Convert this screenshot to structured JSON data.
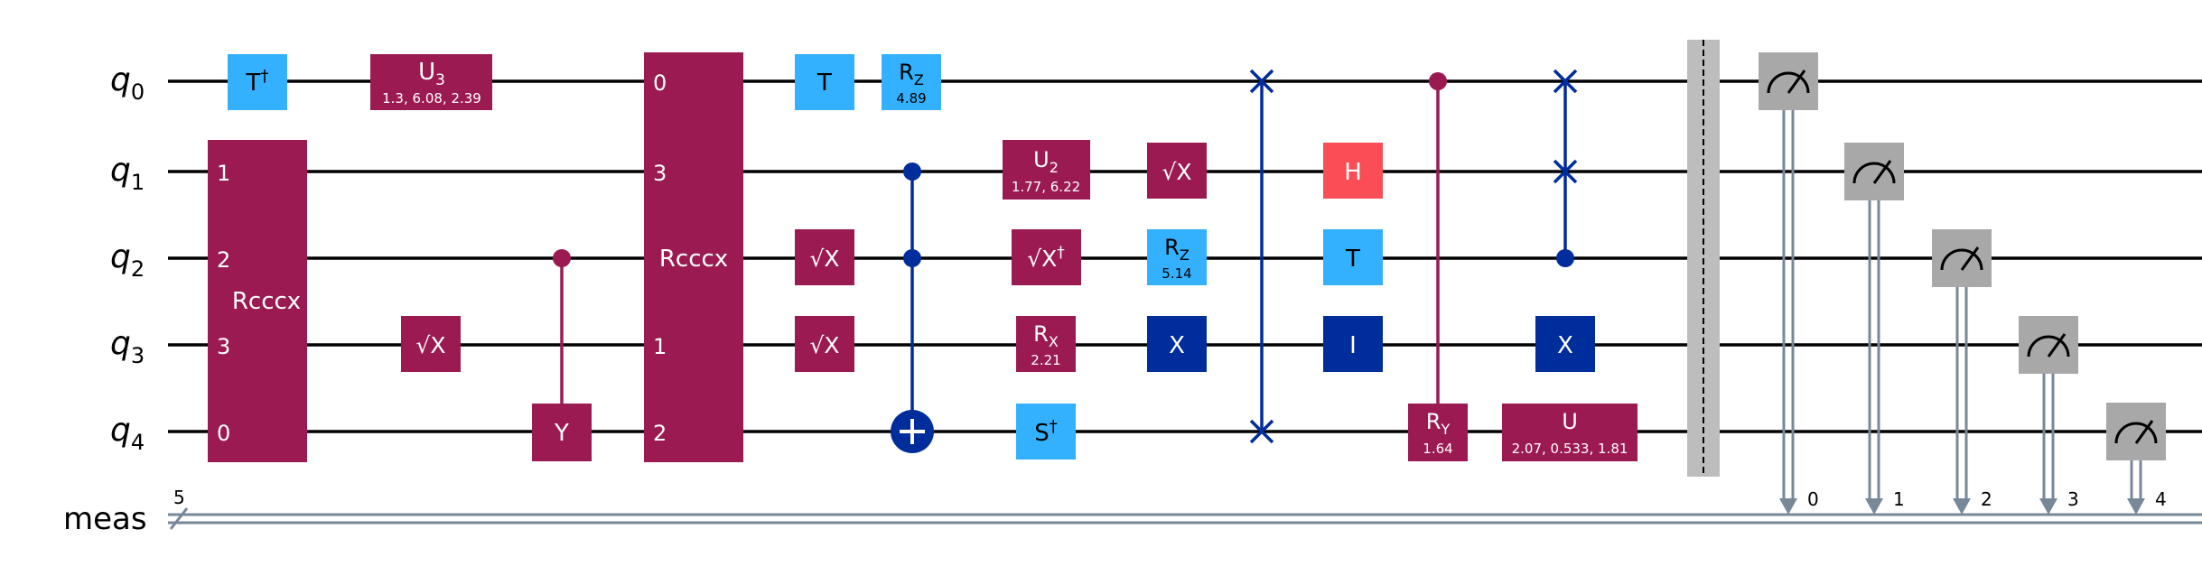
{
  "qubits": [
    {
      "letter": "q",
      "index": "0"
    },
    {
      "letter": "q",
      "index": "1"
    },
    {
      "letter": "q",
      "index": "2"
    },
    {
      "letter": "q",
      "index": "3"
    },
    {
      "letter": "q",
      "index": "4"
    }
  ],
  "classical_register": {
    "label": "meas",
    "size": "5",
    "bit_labels": [
      "0",
      "1",
      "2",
      "3",
      "4"
    ]
  },
  "colors": {
    "wire": "#000000",
    "classical_wire": "#778899",
    "magenta": "#9b1a52",
    "light_blue": "#33b1ff",
    "dark_blue": "#002d9c",
    "red": "#fa4d56",
    "gray": "#a8a8a8",
    "barrier": "#bdbdbd"
  },
  "gates": {
    "tdg_q0": {
      "label": "T",
      "sup": "†"
    },
    "u3_q0": {
      "label": "U",
      "sub": "3",
      "params": "1.3, 6.08, 2.39"
    },
    "rcccx_a": {
      "label": "Rcccx",
      "pins": [
        "1",
        "2",
        "3",
        "0"
      ]
    },
    "sx_q3": {
      "label": "√X"
    },
    "cy": {
      "label": "Y"
    },
    "rcccx_b": {
      "label": "Rcccx",
      "pins": [
        "0",
        "3",
        "1",
        "2"
      ]
    },
    "t_q0": {
      "label": "T"
    },
    "rz_q0": {
      "label": "R",
      "sub": "Z",
      "params": "4.89"
    },
    "sx_q2": {
      "label": "√X"
    },
    "sx_q3b": {
      "label": "√X"
    },
    "u2_q1": {
      "label": "U",
      "sub": "2",
      "params": "1.77, 6.22"
    },
    "sxdg_q2": {
      "label": "√X",
      "sup": "†"
    },
    "rx_q3": {
      "label": "R",
      "sub": "X",
      "params": "2.21"
    },
    "sdg_q4": {
      "label": "S",
      "sup": "†"
    },
    "sx_q1": {
      "label": "√X"
    },
    "rz_q2": {
      "label": "R",
      "sub": "Z",
      "params": "5.14"
    },
    "x_q3": {
      "label": "X"
    },
    "h_q1": {
      "label": "H"
    },
    "t_q2": {
      "label": "T"
    },
    "i_q3": {
      "label": "I"
    },
    "cry": {
      "label": "R",
      "sub": "Y",
      "params": "1.64"
    },
    "x_q3b": {
      "label": "X"
    },
    "u_q4": {
      "label": "U",
      "params": "2.07, 0.533, 1.81"
    }
  }
}
